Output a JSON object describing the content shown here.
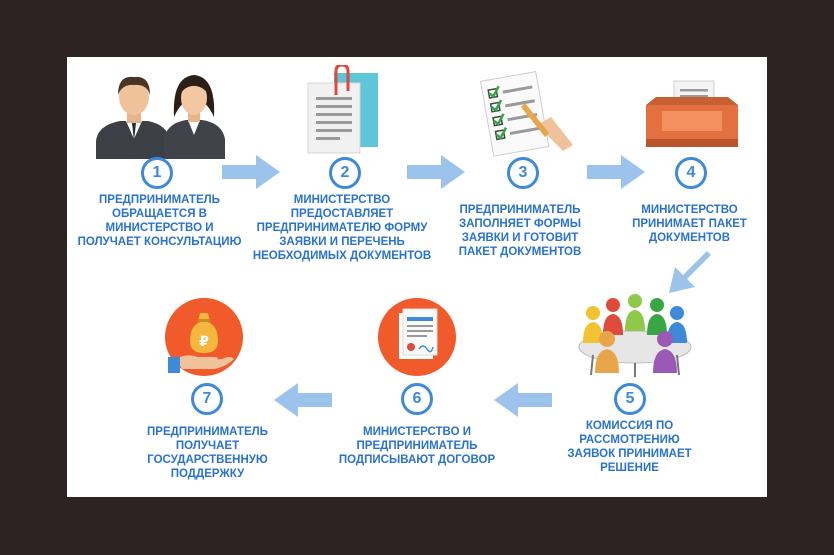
{
  "colors": {
    "frame": "#2e2324",
    "panel": "#ffffff",
    "accent_blue": "#3e8ad8",
    "arrow_blue": "#9bc3ec",
    "caption_blue": "#2a73cc",
    "icon_orange": "#f15a2b"
  },
  "steps": [
    {
      "number": "1",
      "icon": "businesspeople-icon",
      "text": "ПРЕДПРИНИМАТЕЛЬ ОБРАЩАЕТСЯ В МИНИСТЕРСТВО И ПОЛУЧАЕТ КОНСУЛЬТАЦИЮ"
    },
    {
      "number": "2",
      "icon": "documents-icon",
      "text": "МИНИСТЕРСТВО ПРЕДОСТАВЛЯЕТ ПРЕДПРИНИМАТЕЛЮ ФОРМУ ЗАЯВКИ И ПЕРЕЧЕНЬ НЕОБХОДИМЫХ ДОКУМЕНТОВ"
    },
    {
      "number": "3",
      "icon": "checklist-writing-icon",
      "text": "ПРЕДПРИНИМАТЕЛЬ ЗАПОЛНЯЕТ ФОРМЫ ЗАЯВКИ И ГОТОВИТ ПАКЕТ ДОКУМЕНТОВ"
    },
    {
      "number": "4",
      "icon": "inbox-tray-icon",
      "text": "МИНИСТЕРСТВО ПРИНИМАЕТ ПАКЕТ ДОКУМЕНТОВ"
    },
    {
      "number": "5",
      "icon": "committee-meeting-icon",
      "text": "КОМИССИЯ ПО РАССМОТРЕНИЮ ЗАЯВОК ПРИНИМАЕТ РЕШЕНИЕ"
    },
    {
      "number": "6",
      "icon": "contract-icon",
      "text": "МИНИСТЕРСТВО И ПРЕДПРИНИМАТЕЛЬ ПОДПИСЫВАЮТ ДОГОВОР"
    },
    {
      "number": "7",
      "icon": "money-bag-ruble-icon",
      "text": "ПРЕДПРИНИМАТЕЛЬ ПОЛУЧАЕТ ГОСУДАРСТВЕННУЮ ПОДДЕРЖКУ"
    }
  ]
}
